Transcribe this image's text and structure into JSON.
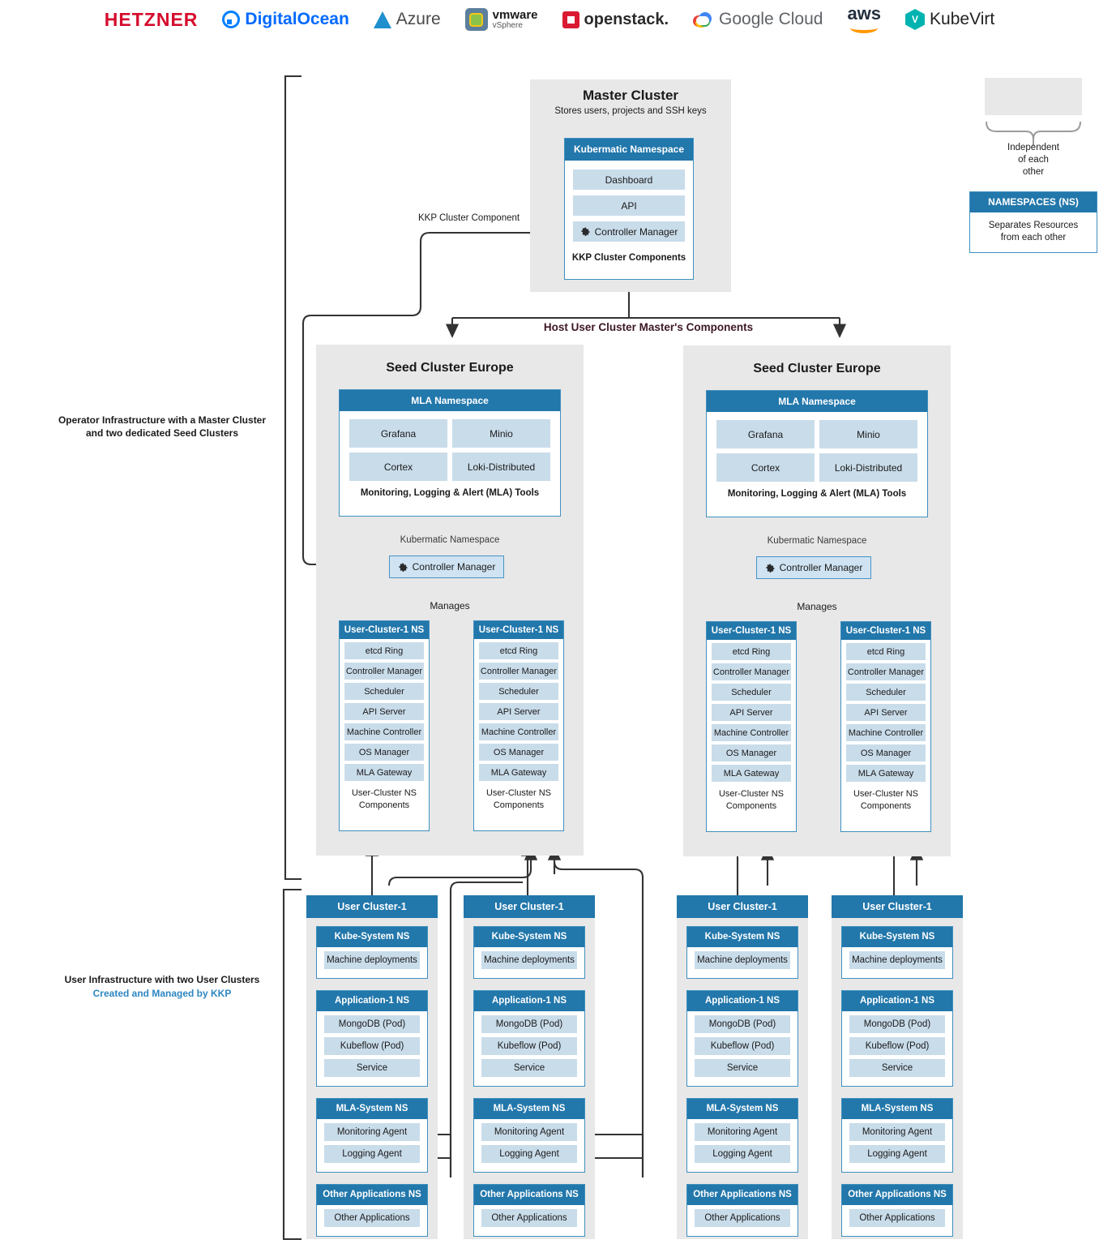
{
  "providers": [
    {
      "name": "hetzner",
      "label": "HETZNER"
    },
    {
      "name": "digitalocean",
      "label": "DigitalOcean"
    },
    {
      "name": "azure",
      "label": "Azure"
    },
    {
      "name": "vmware-vsphere",
      "label": "vmware",
      "sub": "vSphere"
    },
    {
      "name": "openstack",
      "label": "openstack."
    },
    {
      "name": "google-cloud",
      "label": "Google",
      "label2": "Cloud"
    },
    {
      "name": "aws",
      "label": "aws"
    },
    {
      "name": "kubevirt",
      "label": "KubeVirt"
    }
  ],
  "colors": {
    "header_blue": "#2277ab",
    "item_blue": "#c9dcea",
    "panel_gray": "#e8e8e8",
    "accent_link": "#2e86c1",
    "flow_text": "#3d1726"
  },
  "master": {
    "title": "Master Cluster",
    "subtitle": "Stores users, projects and SSH keys",
    "namespace": "Kubermatic Namespace",
    "items": [
      "Dashboard",
      "API"
    ],
    "controller": "Controller Manager",
    "footer": "KKP Cluster Components"
  },
  "legend": {
    "independent": "Independent\nof each\nother",
    "independent_lines": [
      "Independent",
      "of each",
      "other"
    ],
    "ns_title": "NAMESPACES (NS)",
    "ns_body_lines": [
      "Separates Resources",
      "from each other"
    ]
  },
  "annotations": {
    "kkp_cluster_component": "KKP Cluster Component",
    "host_components": "Host User Cluster Master's Components",
    "operator_infra_lines": [
      "Operator Infrastructure with a Master Cluster",
      "and two dedicated Seed Clusters"
    ],
    "user_infra_line1": "User Infrastructure with two User Clusters",
    "user_infra_line2": "Created and Managed by KKP",
    "manages": "Manages"
  },
  "seed": {
    "title": "Seed Cluster Europe",
    "mla_namespace": "MLA Namespace",
    "mla_items": [
      "Grafana",
      "Minio",
      "Cortex",
      "Loki-Distributed"
    ],
    "mla_footer": "Monitoring, Logging & Alert (MLA) Tools",
    "kubermatic_namespace": "Kubermatic Namespace",
    "controller": "Controller Manager",
    "user_cluster_ns_title": "User-Cluster-1 NS",
    "user_cluster_ns_items": [
      "etcd Ring",
      "Controller Manager",
      "Scheduler",
      "API Server",
      "Machine Controller",
      "OS Manager",
      "MLA Gateway"
    ],
    "user_cluster_ns_footer_lines": [
      "User-Cluster NS",
      "Components"
    ]
  },
  "user_cluster": {
    "title": "User Cluster-1",
    "sections": [
      {
        "name": "kube-system",
        "title": "Kube-System NS",
        "items": [
          "Machine deployments"
        ]
      },
      {
        "name": "application-1",
        "title": "Application-1 NS",
        "items": [
          "MongoDB (Pod)",
          "Kubeflow (Pod)",
          "Service"
        ]
      },
      {
        "name": "mla-system",
        "title": "MLA-System NS",
        "items": [
          "Monitoring Agent",
          "Logging Agent"
        ]
      },
      {
        "name": "other-applications",
        "title": "Other Applications NS",
        "items": [
          "Other Applications"
        ]
      }
    ]
  },
  "seeds": [
    {
      "name": "seed-europe-left"
    },
    {
      "name": "seed-europe-right"
    }
  ]
}
